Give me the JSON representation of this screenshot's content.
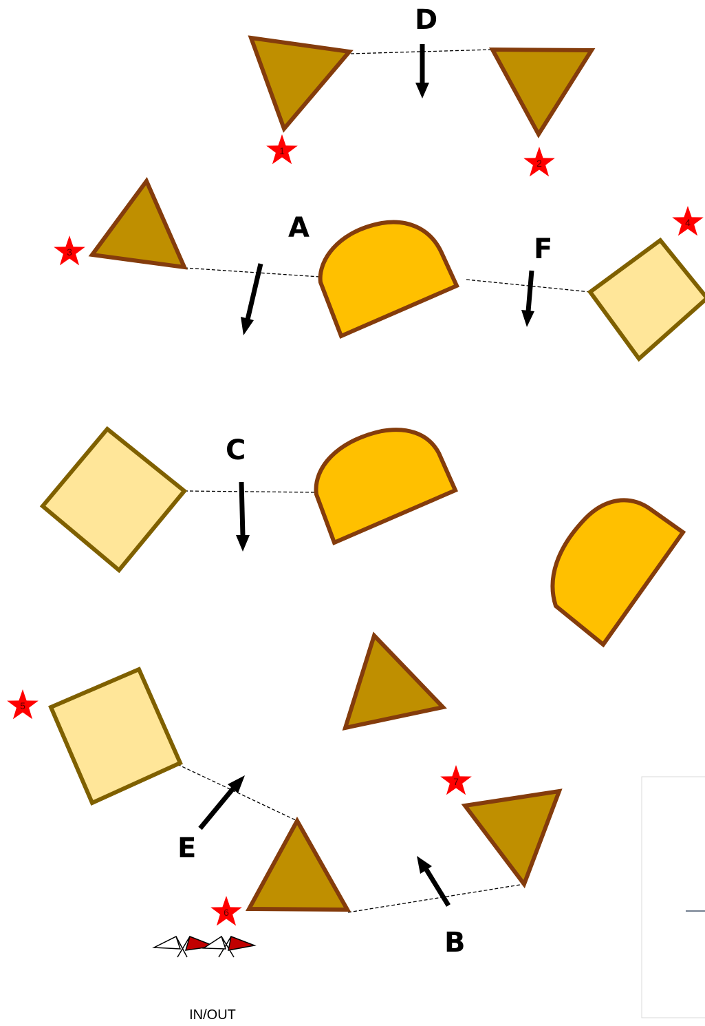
{
  "gates": [
    {
      "id": "D",
      "label": "D"
    },
    {
      "id": "A",
      "label": "A"
    },
    {
      "id": "F",
      "label": "F"
    },
    {
      "id": "C",
      "label": "C"
    },
    {
      "id": "E",
      "label": "E"
    },
    {
      "id": "B",
      "label": "B"
    }
  ],
  "stars": [
    "1",
    "2",
    "3",
    "4",
    "5",
    "6",
    "7"
  ],
  "in_out_label": "IN/OUT",
  "colors": {
    "triangle_fill": "#bf8f00",
    "triangle_stroke": "#843c0c",
    "barrel_fill": "#ffc000",
    "barrel_stroke": "#843c0c",
    "box_fill": "#ffe699",
    "box_stroke": "#7f6000",
    "star": "#ff0000",
    "flag": "#c00000"
  }
}
